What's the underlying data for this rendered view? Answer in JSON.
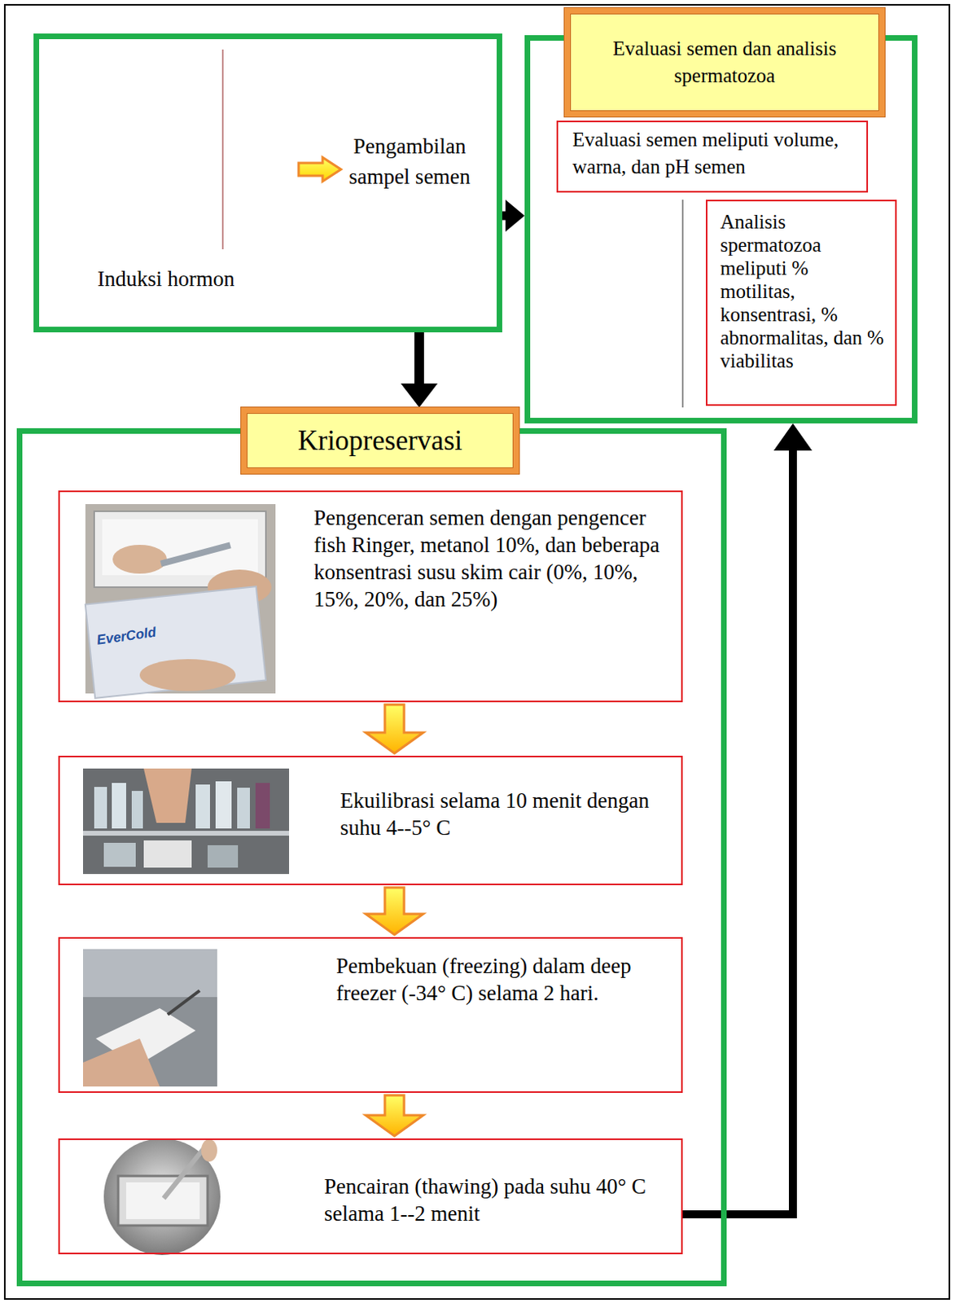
{
  "diagram": {
    "nodes": [
      {
        "text": [
          "Induksi hormon",
          "Pengambilan sampel semen"
        ]
      },
      {
        "text": []
      },
      {
        "text": [
          "Evaluasi semen dan analisis spermatozoa"
        ],
        "in": 1
      },
      {
        "text": [
          "Evaluasi semen meliputi volume, warna, dan pH semen"
        ],
        "in": 1
      },
      {
        "text": [
          "Analisis spermatozoa meliputi % motilitas, konsentrasi, % abnormalitas, dan % viabilitas"
        ],
        "in": 1
      },
      {
        "text": []
      },
      {
        "text": [
          "Kriopreservasi"
        ],
        "in": 5
      },
      {
        "text": [
          "Pengenceran semen dengan pengencer fish Ringer, metanol 10%, dan beberapa konsentrasi susu skim cair (0%, 10%, 15%, 20%, dan 25%)"
        ],
        "in": 5
      },
      {
        "text": [
          "Ekuilibrasi selama 10 menit dengan suhu 4--5° C"
        ],
        "in": 5
      },
      {
        "text": [
          "Pembekuan (freezing) dalam deep freezer (-34° C) selama 2 hari."
        ],
        "in": 5
      },
      {
        "text": [
          "Pencairan (thawing) pada suhu 40° C selama 1--2 menit"
        ],
        "in": 5
      }
    ],
    "edges": [
      {
        "from": 0,
        "to": 1,
        "arrow": "to"
      },
      {
        "from": 0,
        "to": 5,
        "arrow": "to"
      },
      {
        "from": 7,
        "to": 8,
        "arrow": "to"
      },
      {
        "from": 8,
        "to": 9,
        "arrow": "to"
      },
      {
        "from": 9,
        "to": 10,
        "arrow": "to"
      },
      {
        "from": 10,
        "to": 1,
        "arrow": "to"
      }
    ],
    "labels": [
      "EverCold"
    ]
  }
}
